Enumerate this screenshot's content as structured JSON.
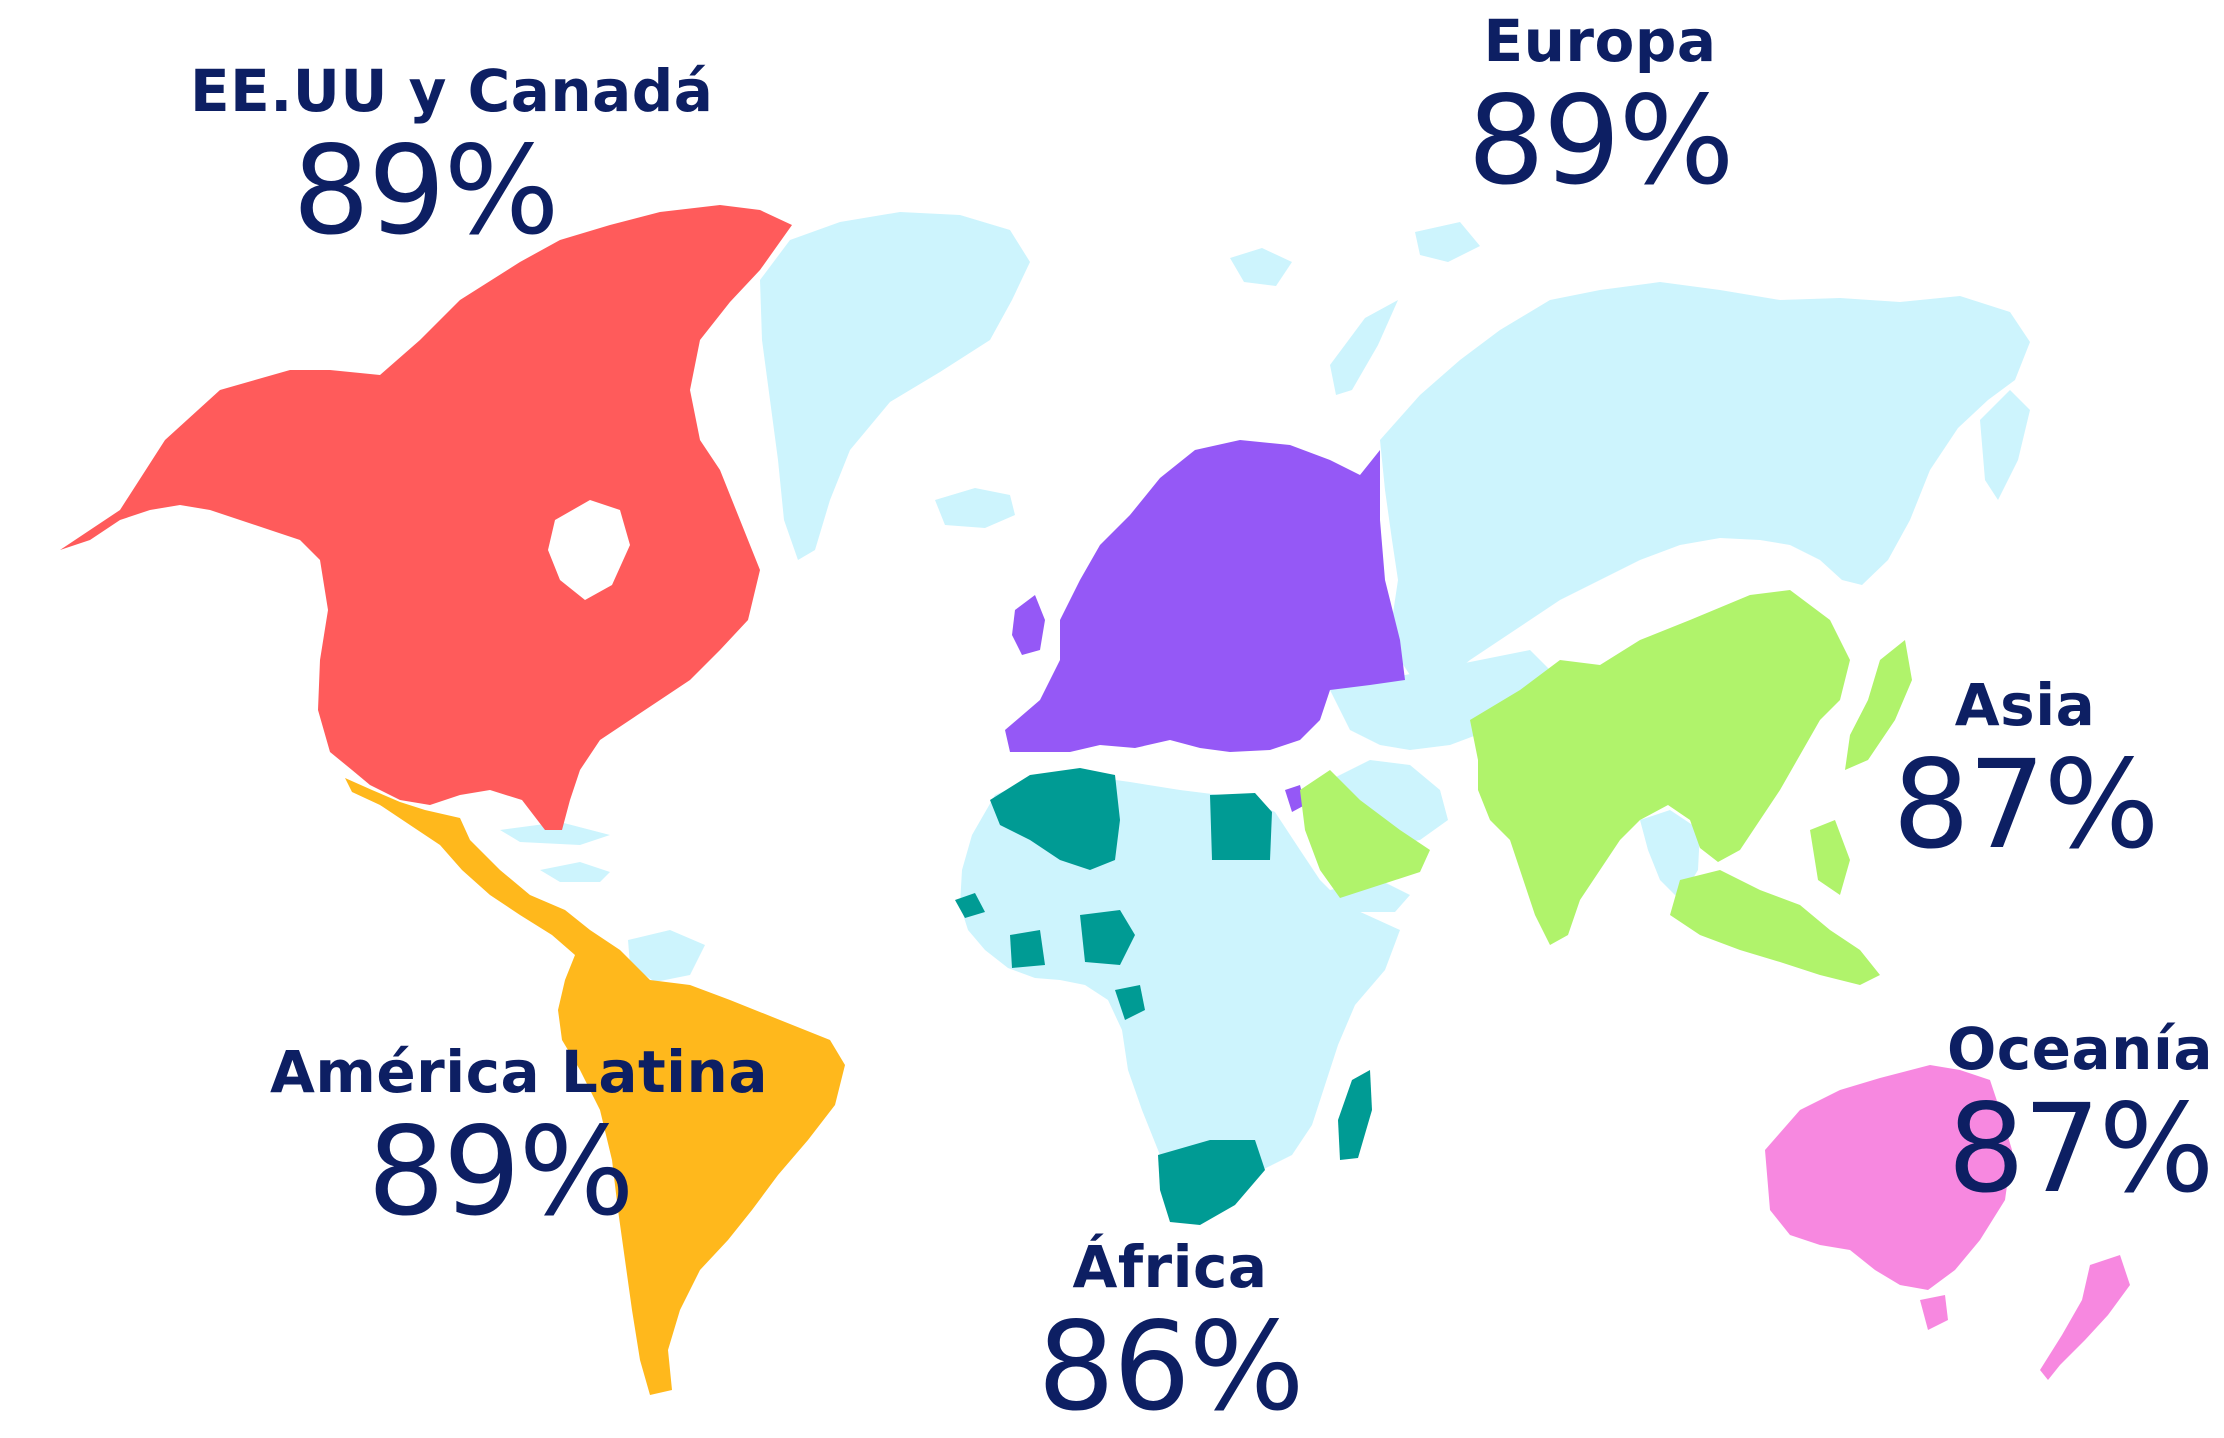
{
  "colors": {
    "background": "#ffffff",
    "land_other": "#cdf4fd",
    "label_text": "#0d1f63",
    "north_america": "#ff5b5b",
    "latin_america": "#ffb81c",
    "europe": "#9558f6",
    "africa": "#009b94",
    "asia": "#b0f36b",
    "oceania": "#f788e0"
  },
  "regions": [
    {
      "key": "north_america",
      "name": "EE.UU y Canadá",
      "percent": "89%"
    },
    {
      "key": "europe",
      "name": "Europa",
      "percent": "89%"
    },
    {
      "key": "asia",
      "name": "Asia",
      "percent": "87%"
    },
    {
      "key": "oceania",
      "name": "Oceanía",
      "percent": "87%"
    },
    {
      "key": "latin_america",
      "name": "América Latina",
      "percent": "89%"
    },
    {
      "key": "africa",
      "name": "África",
      "percent": "86%"
    }
  ]
}
